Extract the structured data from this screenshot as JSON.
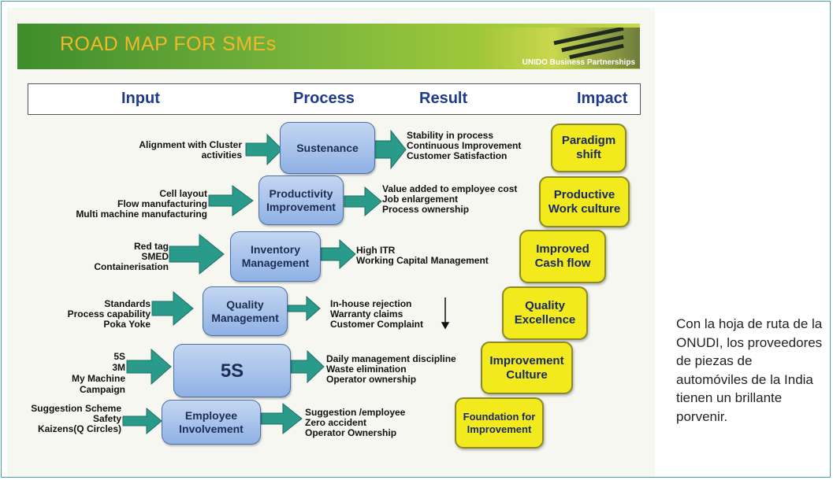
{
  "banner": {
    "title": "ROAD MAP FOR SMEs",
    "logo_text": "UNIDO Business Partnerships"
  },
  "columns": {
    "input": "Input",
    "process": "Process",
    "result": "Result",
    "impact": "Impact"
  },
  "rows": [
    {
      "input": "Alignment  with Cluster\nactivities",
      "process": "Sustenance",
      "result": "Stability in process\nContinuous Improvement\nCustomer Satisfaction"
    },
    {
      "input": "Cell layout\nFlow manufacturing\nMulti machine manufacturing",
      "process": "Productivity\nImprovement",
      "result": "Value added to employee cost\nJob enlargement\nProcess ownership"
    },
    {
      "input": "Red tag\nSMED\nContainerisation",
      "process": "Inventory\nManagement",
      "result": "High  ITR\nWorking Capital Management"
    },
    {
      "input": "Standards\nProcess capability\nPoka Yoke",
      "process": "Quality\nManagement",
      "result": "In-house rejection\nWarranty claims\nCustomer Complaint"
    },
    {
      "input": "5S\n3M\nMy Machine\nCampaign",
      "process": "5S",
      "result": "Daily management discipline\nWaste elimination\nOperator ownership"
    },
    {
      "input": "Suggestion Scheme\nSafety\nKaizens(Q Circles)",
      "process": "Employee\nInvolvement",
      "result": "Suggestion /employee\nZero accident\nOperator Ownership"
    }
  ],
  "impacts": [
    "Paradigm\nshift",
    "Productive\nWork culture",
    "Improved\nCash flow",
    "Quality\nExcellence",
    "Improvement\nCulture",
    "Foundation for\nImprovement"
  ],
  "caption": "Con la hoja de ruta de la ONUDI, los proveedores de piezas de automóviles de la India tienen un brillante porvenir.",
  "colors": {
    "process_box": "#a9c4ec",
    "impact_box": "#f2ea1c",
    "arrow": "#2a9a8a",
    "header_text": "#1e3a8a"
  }
}
